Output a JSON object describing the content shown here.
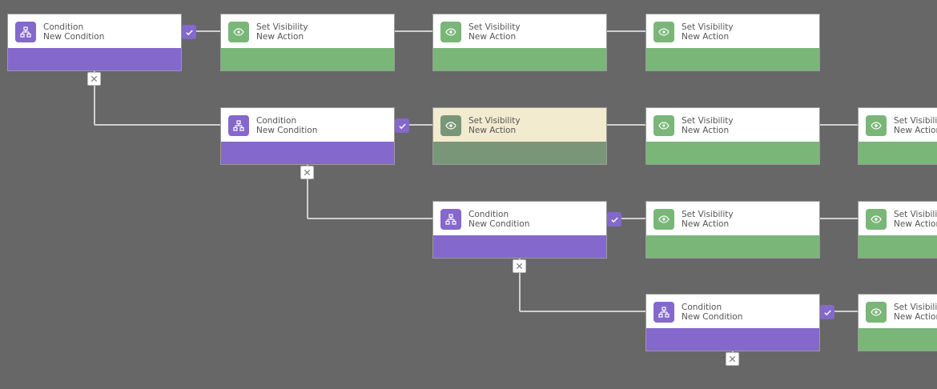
{
  "colors": {
    "background": "#676767",
    "condition": "#8468cc",
    "action": "#79b678",
    "selected_head": "#f3ebcf",
    "selected_foot": "#7a9679",
    "wire": "#cfcfcf"
  },
  "flow": {
    "rows": [
      {
        "condition": {
          "type": "Condition",
          "name": "New Condition",
          "icon": "condition-branch-icon"
        },
        "actions": [
          {
            "type": "Set Visibility",
            "name": "New Action",
            "icon": "eye-icon"
          },
          {
            "type": "Set Visibility",
            "name": "New Action",
            "icon": "eye-icon"
          },
          {
            "type": "Set Visibility",
            "name": "New Action",
            "icon": "eye-icon"
          }
        ]
      },
      {
        "condition": {
          "type": "Condition",
          "name": "New Condition",
          "icon": "condition-branch-icon"
        },
        "actions": [
          {
            "type": "Set Visibility",
            "name": "New Action",
            "icon": "eye-icon",
            "selected": true
          },
          {
            "type": "Set Visibility",
            "name": "New Action",
            "icon": "eye-icon"
          },
          {
            "type": "Set Visibility",
            "name": "New Action",
            "icon": "eye-icon"
          }
        ]
      },
      {
        "condition": {
          "type": "Condition",
          "name": "New Condition",
          "icon": "condition-branch-icon"
        },
        "actions": [
          {
            "type": "Set Visibility",
            "name": "New Action",
            "icon": "eye-icon"
          },
          {
            "type": "Set Visibility",
            "name": "New Action",
            "icon": "eye-icon"
          }
        ]
      },
      {
        "condition": {
          "type": "Condition",
          "name": "New Condition",
          "icon": "condition-branch-icon"
        },
        "actions": [
          {
            "type": "Set Visibility",
            "name": "New Action",
            "icon": "eye-icon"
          }
        ]
      }
    ]
  }
}
